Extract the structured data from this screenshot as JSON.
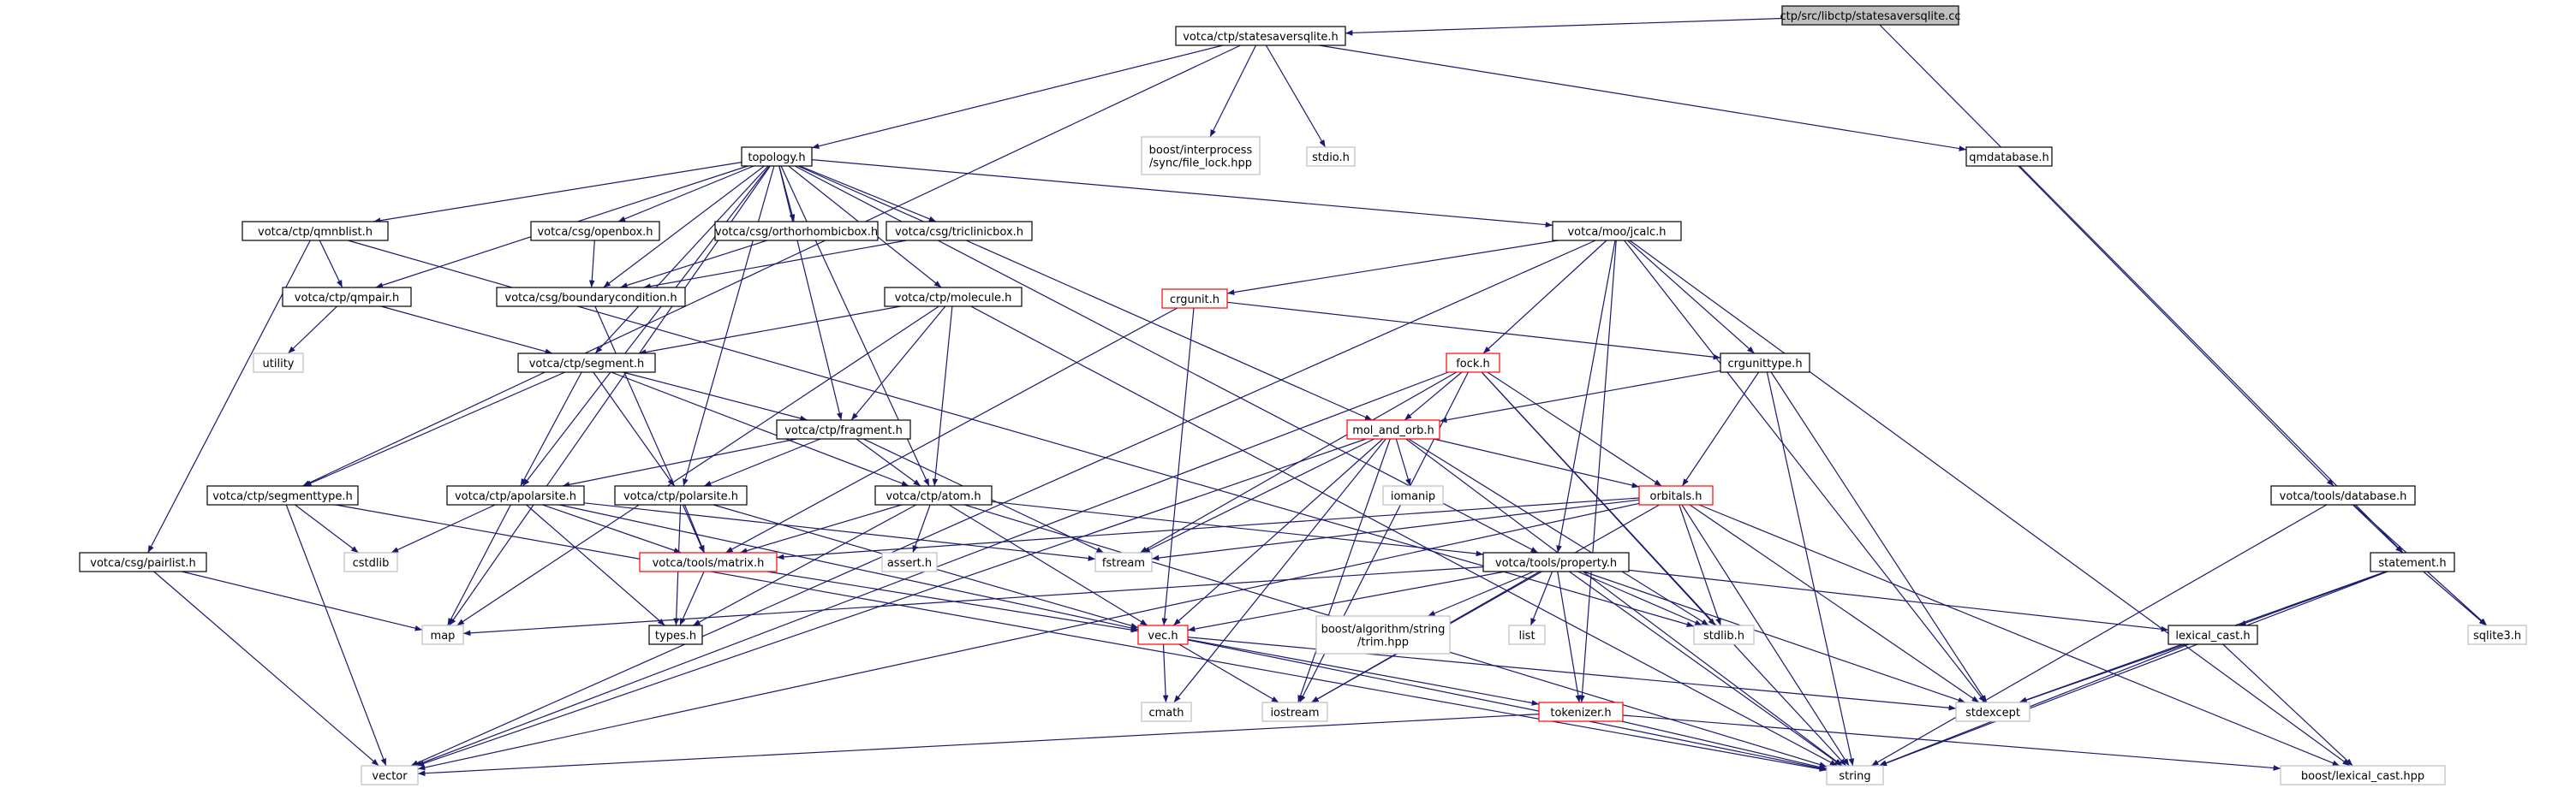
{
  "colors": {
    "edge": "#191970",
    "node_border_solid": "#000000",
    "node_border_red": "#ff0000",
    "node_border_gray": "#bfbfbf",
    "root_fill": "#bfbfbf",
    "node_fill": "#ffffff",
    "text": "#000000"
  },
  "nodes": [
    {
      "id": "root",
      "lines": [
        "ctp/src/libctp/statesaversqlite.cc"
      ],
      "style": "root"
    },
    {
      "id": "statesaver",
      "lines": [
        "votca/ctp/statesaversqlite.h"
      ],
      "style": "solid"
    },
    {
      "id": "topology",
      "lines": [
        "topology.h"
      ],
      "style": "solid"
    },
    {
      "id": "filelock",
      "lines": [
        "boost/interprocess",
        "/sync/file_lock.hpp"
      ],
      "style": "gray"
    },
    {
      "id": "stdio",
      "lines": [
        "stdio.h"
      ],
      "style": "gray"
    },
    {
      "id": "qmdatabase",
      "lines": [
        "qmdatabase.h"
      ],
      "style": "solid"
    },
    {
      "id": "qmnblist",
      "lines": [
        "votca/ctp/qmnblist.h"
      ],
      "style": "solid"
    },
    {
      "id": "openbox",
      "lines": [
        "votca/csg/openbox.h"
      ],
      "style": "solid"
    },
    {
      "id": "orthorhombic",
      "lines": [
        "votca/csg/orthorhombicbox.h"
      ],
      "style": "solid"
    },
    {
      "id": "triclinic",
      "lines": [
        "votca/csg/triclinicbox.h"
      ],
      "style": "solid"
    },
    {
      "id": "jcalc",
      "lines": [
        "votca/moo/jcalc.h"
      ],
      "style": "solid"
    },
    {
      "id": "qmpair",
      "lines": [
        "votca/ctp/qmpair.h"
      ],
      "style": "solid"
    },
    {
      "id": "boundary",
      "lines": [
        "votca/csg/boundarycondition.h"
      ],
      "style": "solid"
    },
    {
      "id": "molecule",
      "lines": [
        "votca/ctp/molecule.h"
      ],
      "style": "solid"
    },
    {
      "id": "crgunit",
      "lines": [
        "crgunit.h"
      ],
      "style": "red"
    },
    {
      "id": "utility",
      "lines": [
        "utility"
      ],
      "style": "gray"
    },
    {
      "id": "segment",
      "lines": [
        "votca/ctp/segment.h"
      ],
      "style": "solid"
    },
    {
      "id": "fock",
      "lines": [
        "fock.h"
      ],
      "style": "red"
    },
    {
      "id": "crgunittype",
      "lines": [
        "crgunittype.h"
      ],
      "style": "solid"
    },
    {
      "id": "fragment",
      "lines": [
        "votca/ctp/fragment.h"
      ],
      "style": "solid"
    },
    {
      "id": "molorb",
      "lines": [
        "mol_and_orb.h"
      ],
      "style": "red"
    },
    {
      "id": "segmenttype",
      "lines": [
        "votca/ctp/segmenttype.h"
      ],
      "style": "solid"
    },
    {
      "id": "apolarsite",
      "lines": [
        "votca/ctp/apolarsite.h"
      ],
      "style": "solid"
    },
    {
      "id": "polarsite",
      "lines": [
        "votca/ctp/polarsite.h"
      ],
      "style": "solid"
    },
    {
      "id": "atom",
      "lines": [
        "votca/ctp/atom.h"
      ],
      "style": "solid"
    },
    {
      "id": "iomanip",
      "lines": [
        "iomanip"
      ],
      "style": "gray"
    },
    {
      "id": "orbitals",
      "lines": [
        "orbitals.h"
      ],
      "style": "red"
    },
    {
      "id": "database",
      "lines": [
        "votca/tools/database.h"
      ],
      "style": "solid"
    },
    {
      "id": "cstdlib",
      "lines": [
        "cstdlib"
      ],
      "style": "gray"
    },
    {
      "id": "pairlist",
      "lines": [
        "votca/csg/pairlist.h"
      ],
      "style": "solid"
    },
    {
      "id": "matrix",
      "lines": [
        "votca/tools/matrix.h"
      ],
      "style": "red"
    },
    {
      "id": "assert",
      "lines": [
        "assert.h"
      ],
      "style": "gray"
    },
    {
      "id": "fstream",
      "lines": [
        "fstream"
      ],
      "style": "gray"
    },
    {
      "id": "property",
      "lines": [
        "votca/tools/property.h"
      ],
      "style": "solid"
    },
    {
      "id": "statement",
      "lines": [
        "statement.h"
      ],
      "style": "solid"
    },
    {
      "id": "map",
      "lines": [
        "map"
      ],
      "style": "gray"
    },
    {
      "id": "types",
      "lines": [
        "types.h"
      ],
      "style": "solid"
    },
    {
      "id": "vec",
      "lines": [
        "vec.h"
      ],
      "style": "red"
    },
    {
      "id": "trim",
      "lines": [
        "boost/algorithm/string",
        "/trim.hpp"
      ],
      "style": "gray"
    },
    {
      "id": "list",
      "lines": [
        "list"
      ],
      "style": "gray"
    },
    {
      "id": "stdlib",
      "lines": [
        "stdlib.h"
      ],
      "style": "gray"
    },
    {
      "id": "lexicalcast",
      "lines": [
        "lexical_cast.h"
      ],
      "style": "solid"
    },
    {
      "id": "sqlite3",
      "lines": [
        "sqlite3.h"
      ],
      "style": "gray"
    },
    {
      "id": "cmath",
      "lines": [
        "cmath"
      ],
      "style": "gray"
    },
    {
      "id": "iostream",
      "lines": [
        "iostream"
      ],
      "style": "gray"
    },
    {
      "id": "tokenizer",
      "lines": [
        "tokenizer.h"
      ],
      "style": "red"
    },
    {
      "id": "stdexcept",
      "lines": [
        "stdexcept"
      ],
      "style": "gray"
    },
    {
      "id": "vector",
      "lines": [
        "vector"
      ],
      "style": "gray"
    },
    {
      "id": "string",
      "lines": [
        "string"
      ],
      "style": "gray"
    },
    {
      "id": "boostlexical",
      "lines": [
        "boost/lexical_cast.hpp"
      ],
      "style": "gray"
    }
  ],
  "edges": [
    [
      "root",
      "statesaver"
    ],
    [
      "root",
      "statement"
    ],
    [
      "statesaver",
      "topology"
    ],
    [
      "statesaver",
      "filelock"
    ],
    [
      "statesaver",
      "stdio"
    ],
    [
      "statesaver",
      "qmdatabase"
    ],
    [
      "statesaver",
      "segmenttype"
    ],
    [
      "topology",
      "qmnblist"
    ],
    [
      "topology",
      "openbox"
    ],
    [
      "topology",
      "orthorhombic"
    ],
    [
      "topology",
      "triclinic"
    ],
    [
      "topology",
      "jcalc"
    ],
    [
      "topology",
      "qmpair"
    ],
    [
      "topology",
      "boundary"
    ],
    [
      "topology",
      "molecule"
    ],
    [
      "topology",
      "segment"
    ],
    [
      "topology",
      "fragment"
    ],
    [
      "topology",
      "molorb"
    ],
    [
      "topology",
      "apolarsite"
    ],
    [
      "topology",
      "polarsite"
    ],
    [
      "topology",
      "atom"
    ],
    [
      "topology",
      "property"
    ],
    [
      "topology",
      "map"
    ],
    [
      "qmdatabase",
      "database"
    ],
    [
      "qmnblist",
      "qmpair"
    ],
    [
      "qmnblist",
      "pairlist"
    ],
    [
      "qmnblist",
      "stdlib"
    ],
    [
      "openbox",
      "boundary"
    ],
    [
      "orthorhombic",
      "boundary"
    ],
    [
      "triclinic",
      "boundary"
    ],
    [
      "jcalc",
      "crgunit"
    ],
    [
      "jcalc",
      "crgunittype"
    ],
    [
      "jcalc",
      "fock"
    ],
    [
      "jcalc",
      "property"
    ],
    [
      "jcalc",
      "tokenizer"
    ],
    [
      "jcalc",
      "stdexcept"
    ],
    [
      "jcalc",
      "boostlexical"
    ],
    [
      "jcalc",
      "vector"
    ],
    [
      "qmpair",
      "utility"
    ],
    [
      "qmpair",
      "segment"
    ],
    [
      "boundary",
      "matrix"
    ],
    [
      "molecule",
      "segment"
    ],
    [
      "molecule",
      "fragment"
    ],
    [
      "molecule",
      "atom"
    ],
    [
      "molecule",
      "string"
    ],
    [
      "molecule",
      "map"
    ],
    [
      "crgunit",
      "crgunittype"
    ],
    [
      "crgunit",
      "vec"
    ],
    [
      "crgunit",
      "matrix"
    ],
    [
      "segment",
      "segmenttype"
    ],
    [
      "segment",
      "fragment"
    ],
    [
      "segment",
      "apolarsite"
    ],
    [
      "segment",
      "polarsite"
    ],
    [
      "segment",
      "atom"
    ],
    [
      "fock",
      "molorb"
    ],
    [
      "fock",
      "orbitals"
    ],
    [
      "fock",
      "vector"
    ],
    [
      "fock",
      "fstream"
    ],
    [
      "fock",
      "stdlib"
    ],
    [
      "fock",
      "iostream"
    ],
    [
      "fock",
      "string"
    ],
    [
      "crgunittype",
      "molorb"
    ],
    [
      "crgunittype",
      "orbitals"
    ],
    [
      "crgunittype",
      "string"
    ],
    [
      "crgunittype",
      "stdexcept"
    ],
    [
      "fragment",
      "atom"
    ],
    [
      "fragment",
      "apolarsite"
    ],
    [
      "fragment",
      "polarsite"
    ],
    [
      "fragment",
      "fstream"
    ],
    [
      "molorb",
      "orbitals"
    ],
    [
      "molorb",
      "iomanip"
    ],
    [
      "molorb",
      "fstream"
    ],
    [
      "molorb",
      "vec"
    ],
    [
      "molorb",
      "stdlib"
    ],
    [
      "molorb",
      "iostream"
    ],
    [
      "molorb",
      "vector"
    ],
    [
      "molorb",
      "cmath"
    ],
    [
      "molorb",
      "string"
    ],
    [
      "segmenttype",
      "cstdlib"
    ],
    [
      "segmenttype",
      "vector"
    ],
    [
      "segmenttype",
      "string"
    ],
    [
      "apolarsite",
      "matrix"
    ],
    [
      "apolarsite",
      "types"
    ],
    [
      "apolarsite",
      "vec"
    ],
    [
      "apolarsite",
      "map"
    ],
    [
      "apolarsite",
      "cstdlib"
    ],
    [
      "apolarsite",
      "fstream"
    ],
    [
      "polarsite",
      "matrix"
    ],
    [
      "polarsite",
      "types"
    ],
    [
      "polarsite",
      "vec"
    ],
    [
      "atom",
      "matrix"
    ],
    [
      "atom",
      "vec"
    ],
    [
      "atom",
      "assert"
    ],
    [
      "atom",
      "types"
    ],
    [
      "atom",
      "property"
    ],
    [
      "atom",
      "string"
    ],
    [
      "orbitals",
      "matrix"
    ],
    [
      "orbitals",
      "fstream"
    ],
    [
      "orbitals",
      "stdlib"
    ],
    [
      "orbitals",
      "string"
    ],
    [
      "orbitals",
      "stdexcept"
    ],
    [
      "orbitals",
      "iostream"
    ],
    [
      "orbitals",
      "boostlexical"
    ],
    [
      "orbitals",
      "vector"
    ],
    [
      "database",
      "statement"
    ],
    [
      "database",
      "sqlite3"
    ],
    [
      "database",
      "string"
    ],
    [
      "pairlist",
      "map"
    ],
    [
      "pairlist",
      "vector"
    ],
    [
      "matrix",
      "types"
    ],
    [
      "matrix",
      "vec"
    ],
    [
      "property",
      "vec"
    ],
    [
      "property",
      "trim"
    ],
    [
      "property",
      "list"
    ],
    [
      "property",
      "stdlib"
    ],
    [
      "property",
      "lexicalcast"
    ],
    [
      "property",
      "tokenizer"
    ],
    [
      "property",
      "iostream"
    ],
    [
      "property",
      "stdexcept"
    ],
    [
      "property",
      "string"
    ],
    [
      "property",
      "map"
    ],
    [
      "statement",
      "sqlite3"
    ],
    [
      "statement",
      "lexicalcast"
    ],
    [
      "statement",
      "string"
    ],
    [
      "statement",
      "stdexcept"
    ],
    [
      "vec",
      "cmath"
    ],
    [
      "vec",
      "iostream"
    ],
    [
      "vec",
      "string"
    ],
    [
      "vec",
      "stdexcept"
    ],
    [
      "vec",
      "tokenizer"
    ],
    [
      "lexicalcast",
      "stdexcept"
    ],
    [
      "lexicalcast",
      "boostlexical"
    ],
    [
      "lexicalcast",
      "string"
    ],
    [
      "tokenizer",
      "vector"
    ],
    [
      "tokenizer",
      "string"
    ],
    [
      "tokenizer",
      "boostlexical"
    ]
  ]
}
